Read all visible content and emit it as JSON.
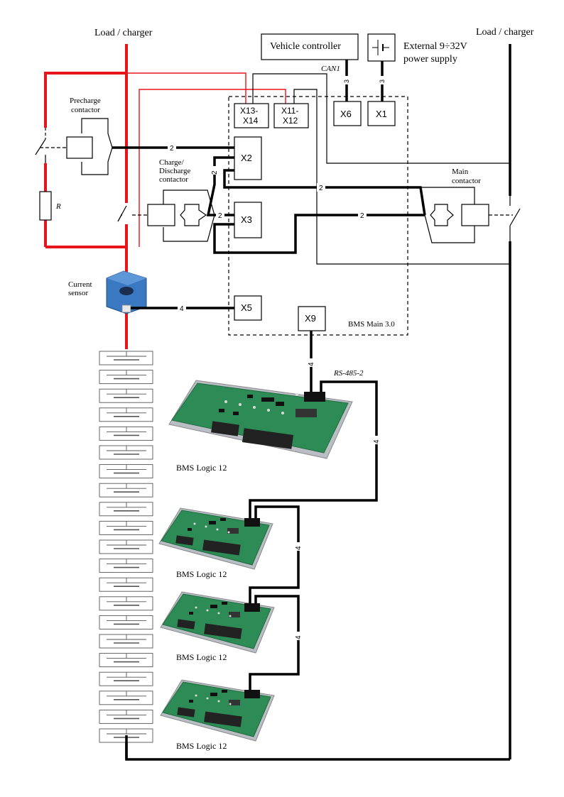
{
  "labels": {
    "load_left": "Load / charger",
    "load_right": "Load / charger",
    "vehicle_controller": "Vehicle controller",
    "ext_power_1": "External 9÷32V",
    "ext_power_2": "power supply",
    "can1": "CAN1",
    "precharge_1": "Precharge",
    "precharge_2": "contactor",
    "chg_1": "Charge/",
    "chg_2": "Discharge",
    "chg_3": "contactor",
    "main_1": "Main",
    "main_2": "contactor",
    "resistor": "R",
    "current_1": "Current",
    "current_2": "sensor",
    "bms_main": "BMS Main 3.0",
    "rs485": "RS-485-2",
    "bms_logic_1": "BMS Logic 12",
    "bms_logic_2": "BMS Logic 12",
    "bms_logic_3": "BMS Logic 12",
    "bms_logic_4": "BMS Logic 12"
  },
  "connectors": {
    "x13_1": "X13-",
    "x13_2": "X14",
    "x11_1": "X11-",
    "x11_2": "X12",
    "x6": "X6",
    "x1": "X1",
    "x2": "X2",
    "x3": "X3",
    "x5": "X5",
    "x9": "X9"
  },
  "wire_counts": {
    "can1": "3",
    "power": "3",
    "precharge": "2",
    "chg_x2": "2",
    "chg_x3": "2",
    "main_x2": "2",
    "main_x3": "2",
    "sensor": "4",
    "x9": "4",
    "rs485_a": "4",
    "rs485_b": "4",
    "rs485_c": "4"
  },
  "colors": {
    "power_line": "#e8141c",
    "signal_line": "#000000",
    "sensor_body": "#3b78c2",
    "board_green": "#2a8a52"
  }
}
